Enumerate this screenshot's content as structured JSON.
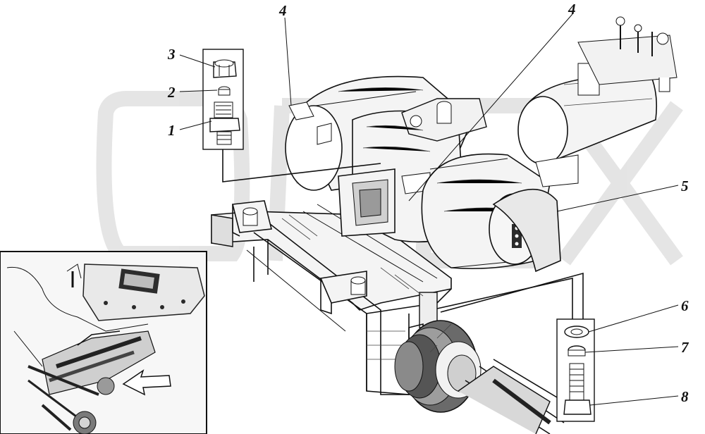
{
  "callouts": [
    {
      "id": "label-3",
      "text": "3"
    },
    {
      "id": "label-2",
      "text": "2"
    },
    {
      "id": "label-1",
      "text": "1"
    },
    {
      "id": "label-4a",
      "text": "4"
    },
    {
      "id": "label-4b",
      "text": "4"
    },
    {
      "id": "label-5",
      "text": "5"
    },
    {
      "id": "label-6",
      "text": "6"
    },
    {
      "id": "label-7",
      "text": "7"
    },
    {
      "id": "label-8",
      "text": "8"
    }
  ],
  "colors": {
    "ink": "#111111",
    "paper": "#ffffff",
    "watermark": "#cfcfcf"
  }
}
